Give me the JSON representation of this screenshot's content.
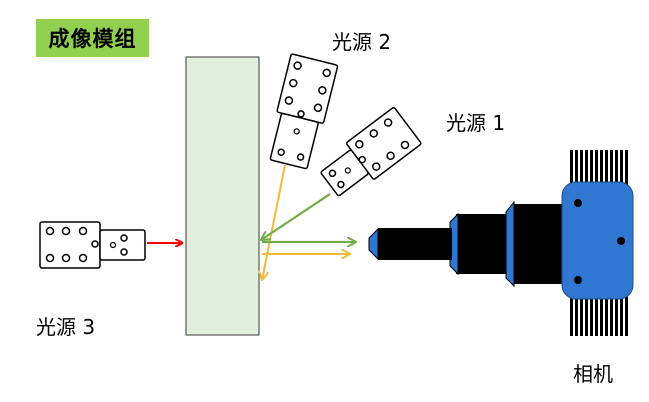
{
  "title": "成像模组",
  "labels": {
    "source2": "光源 2",
    "source1": "光源 1",
    "source3": "光源 3",
    "camera": "相机"
  },
  "colors": {
    "title_bg": "#92d050",
    "panel_fill": "#e2efda",
    "red_ray": "#ff0000",
    "green_ray": "#70ad47",
    "yellow_ray": "#f4b93a",
    "camera_blue": "#2f77d0",
    "camera_black": "#000000"
  }
}
